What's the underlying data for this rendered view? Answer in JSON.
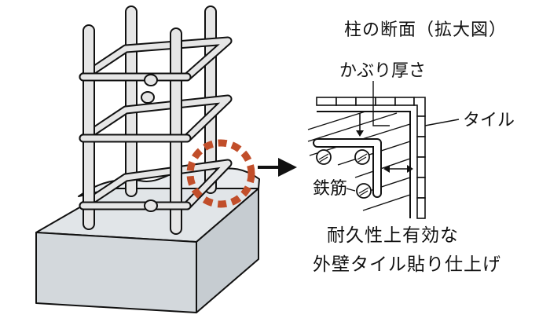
{
  "labels": {
    "section_title": "柱の断面（拡大図）",
    "cover_thickness": "かぶり厚さ",
    "tile": "タイル",
    "rebar": "鉄筋",
    "note_line1": "耐久性上有効な",
    "note_line2": "外壁タイル貼り仕上げ"
  },
  "colors": {
    "line": "#111111",
    "concrete": "#d8dde1",
    "rebar": "#e6e6e6",
    "highlight_ring": "#c14e2a"
  },
  "icons": {
    "arrow": "right-arrow-icon"
  }
}
